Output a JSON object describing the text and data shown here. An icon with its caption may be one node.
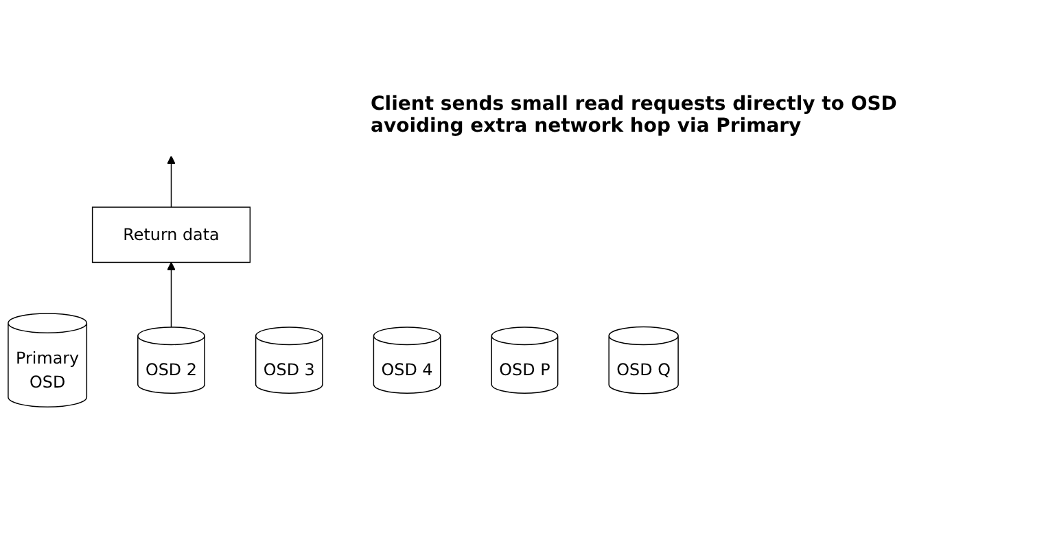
{
  "diagram": {
    "nodes": [
      {
        "text": [
          "Return data"
        ]
      },
      {
        "text": [
          "Primary",
          "OSD"
        ]
      },
      {
        "text": [
          "OSD 2"
        ]
      },
      {
        "text": [
          "OSD 3"
        ]
      },
      {
        "text": [
          "OSD 4"
        ]
      },
      {
        "text": [
          "OSD P"
        ]
      },
      {
        "text": [
          "OSD Q"
        ]
      }
    ],
    "edges": [
      {
        "from": 2,
        "to": 0,
        "arrow": "to"
      },
      {
        "from": 0,
        "to": null,
        "arrow": "to"
      }
    ],
    "labels": [
      "Client sends small read requests directly to OSD avoiding extra network hop via Primary"
    ]
  }
}
